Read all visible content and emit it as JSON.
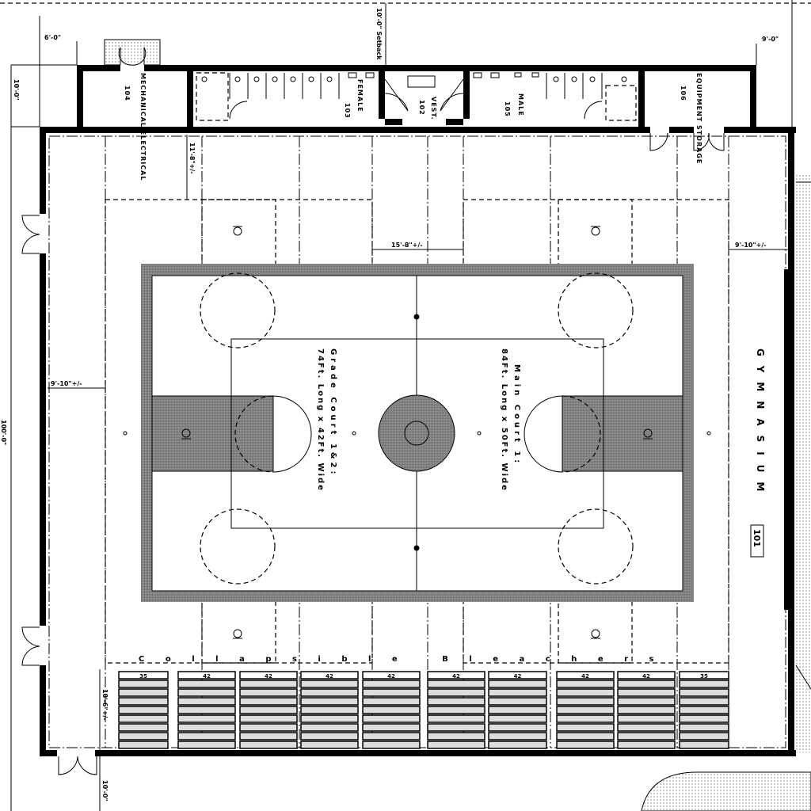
{
  "rooms": {
    "mechanical": {
      "name": "MECHANICAL ELECTRICAL",
      "number": "104"
    },
    "female": {
      "name": "FEMALE",
      "number": "103"
    },
    "vest": {
      "name": "VEST.",
      "number": "102"
    },
    "male": {
      "name": "MALE",
      "number": "105"
    },
    "equipment": {
      "name": "EQUIPMENT STORAGE",
      "number": "106"
    },
    "gymnasium": {
      "name": "GYMNASIUM",
      "number": "101"
    }
  },
  "courts": {
    "grade": {
      "title": "Grade Court 1&2:",
      "size": "74Ft. Long x 42Ft. Wide"
    },
    "main": {
      "title": "Main Court 1:",
      "size": "84Ft. Long x 50Ft. Wide"
    }
  },
  "dimensions": {
    "top_left_width": "6'-0\"",
    "top_right_width": "9'-0\"",
    "setback": "10'-0\" Setback",
    "annex_depth": "10'-0\"",
    "annex_to_court": "11'-8\"+/-",
    "court_gap": "15'-8\"+/-",
    "left_clear": "9'-10\"+/-",
    "right_clear": "9'-10\"+/-",
    "overall_depth": "100'-0\"",
    "bleacher_depth": "18'-6\"+/-",
    "bottom_offset": "10'-0\""
  },
  "bleachers": {
    "label": "Collapsible Bleachers",
    "sections": [
      "35",
      "42",
      "42",
      "42",
      "42",
      "42",
      "42",
      "42",
      "42",
      "35"
    ]
  },
  "colors": {
    "wall": "#000000",
    "court_fill": "#7a7a7a"
  }
}
